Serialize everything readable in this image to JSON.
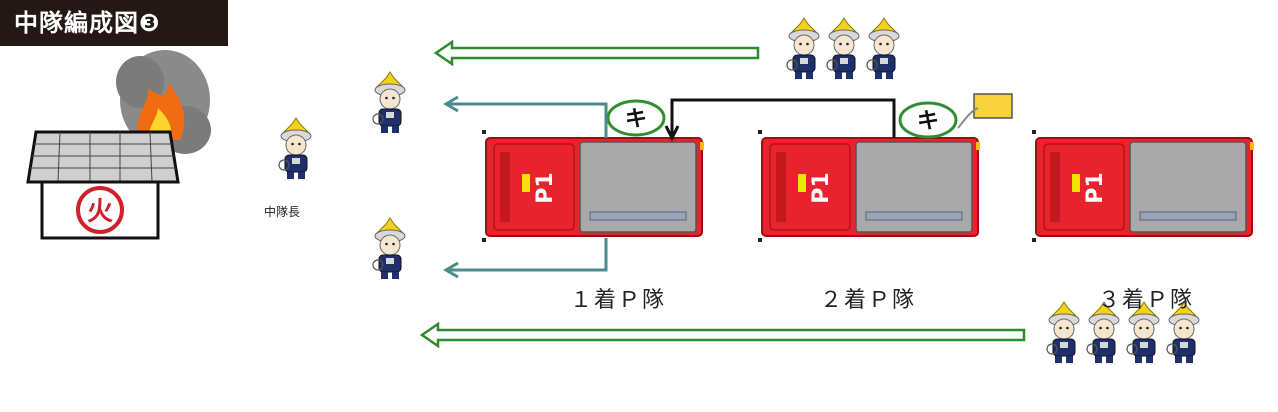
{
  "title": "中隊編成図❸",
  "chief_label": "中隊長",
  "units": [
    {
      "label": "１着Ｐ隊",
      "plate": "P1"
    },
    {
      "label": "２着Ｐ隊",
      "plate": "P1"
    },
    {
      "label": "３着Ｐ隊",
      "plate": "P1"
    }
  ],
  "fire_sign": "火",
  "key_marker": "キ",
  "colors": {
    "title_bg": "#231815",
    "truck_red": "#e8232d",
    "tank_gray": "#a9a9a9",
    "green_arrow": "#2e8b2e",
    "teal_arrow": "#4a8c8c",
    "hose_green": "#2f8f2f",
    "hydrant_yellow": "#f7d23a"
  }
}
